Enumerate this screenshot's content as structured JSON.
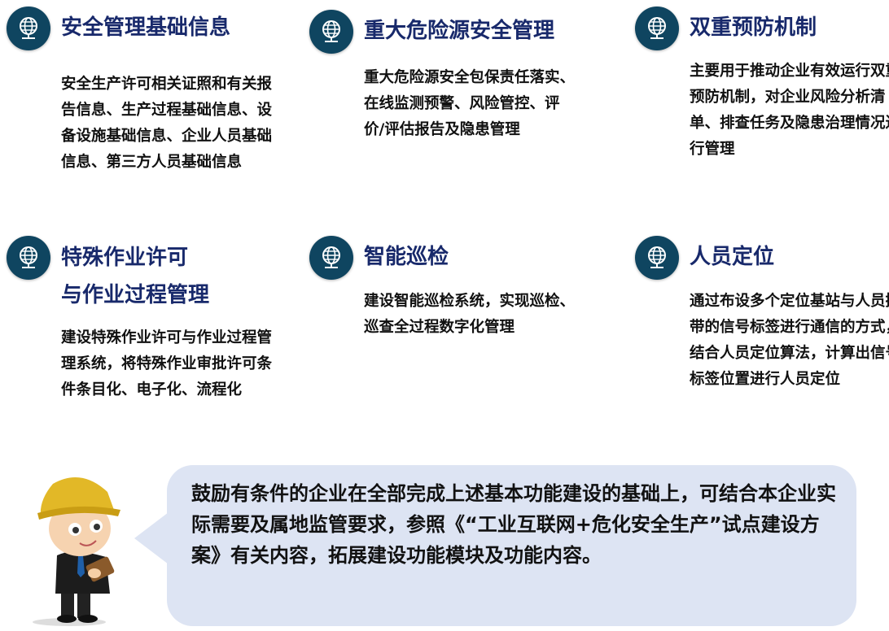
{
  "cards": [
    {
      "title": "安全管理基础信息",
      "body": "安全生产许可相关证照和有关报告信息、生产过程基础信息、设备设施基础信息、企业人员基础信息、第三方人员基础信息",
      "icon": "globe-network-icon"
    },
    {
      "title": "重大危险源安全管理",
      "body": "重大危险源安全包保责任落实、在线监测预警、风险管控、评价/评估报告及隐患管理",
      "icon": "globe-network-icon"
    },
    {
      "title": "双重预防机制",
      "body": "主要用于推动企业有效运行双重预防机制，对企业风险分析清单、排查任务及隐患治理情况进行管理",
      "icon": "globe-network-icon"
    },
    {
      "title": "特殊作业许可\n与作业过程管理",
      "body": "建设特殊作业许可与作业过程管理系统，将特殊作业审批许可条件条目化、电子化、流程化",
      "icon": "globe-network-icon"
    },
    {
      "title": "智能巡检",
      "body": "建设智能巡检系统，实现巡检、巡查全过程数字化管理",
      "icon": "globe-network-icon"
    },
    {
      "title": "人员定位",
      "body": "通过布设多个定位基站与人员携带的信号标签进行通信的方式，结合人员定位算法，计算出信号标签位置进行人员定位",
      "icon": "globe-network-icon"
    }
  ],
  "note": "鼓励有条件的企业在全部完成上述基本功能建设的基础上，可结合本企业实际需要及属地监管要求，参照《“工业互联网+危化安全生产”试点建设方案》有关内容，拓展建设功能模块及功能内容。",
  "colors": {
    "title": "#18296b",
    "icon_bg": "#0f4560",
    "bubble": "#dde4f3"
  }
}
